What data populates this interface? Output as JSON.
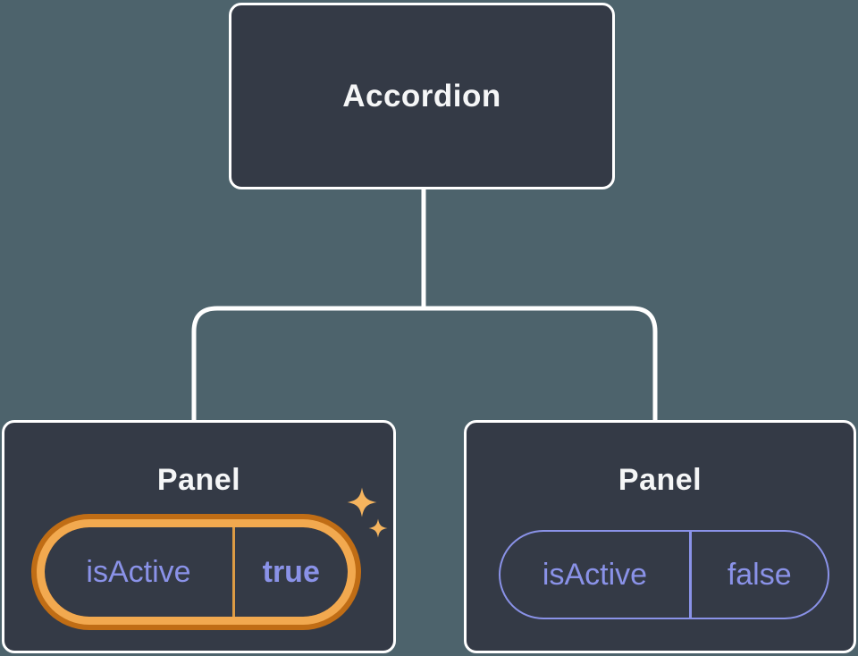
{
  "tree": {
    "root": {
      "label": "Accordion"
    },
    "children": [
      {
        "label": "Panel",
        "state": {
          "name": "isActive",
          "value": "true"
        },
        "highlighted": true
      },
      {
        "label": "Panel",
        "state": {
          "name": "isActive",
          "value": "false"
        },
        "highlighted": false
      }
    ]
  },
  "icons": {
    "highlight_large": "sparkle-icon",
    "highlight_small": "sparkle-icon"
  },
  "colors": {
    "background": "#4d636c",
    "node_fill": "#343a46",
    "node_border": "#ffffff",
    "connector": "#ffffff",
    "title_text": "#f5f6f7",
    "state_text": "#8a92e8",
    "state_border": "#8a92e8",
    "highlight_ring_inner": "#f2a94f",
    "highlight_ring_outer": "#c06d15",
    "highlight_divider": "#dd9b44",
    "sparkle": "#f5b45e"
  }
}
